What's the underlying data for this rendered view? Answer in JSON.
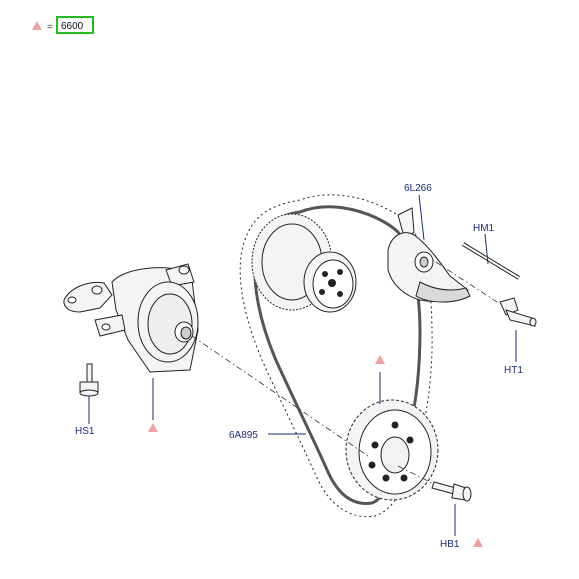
{
  "legend": {
    "equals": "=",
    "kit_code": "6600",
    "marker_color": "#f0a0a0",
    "box_color": "#22bb22"
  },
  "callouts": {
    "tensioner": "6L266",
    "guide_pin": "HM1",
    "fitting": "HT1",
    "pump_bolt": "HS1",
    "chain": "6A895",
    "sprocket_bolt": "HB1"
  },
  "icons": [
    "triangle-marker-icon"
  ]
}
